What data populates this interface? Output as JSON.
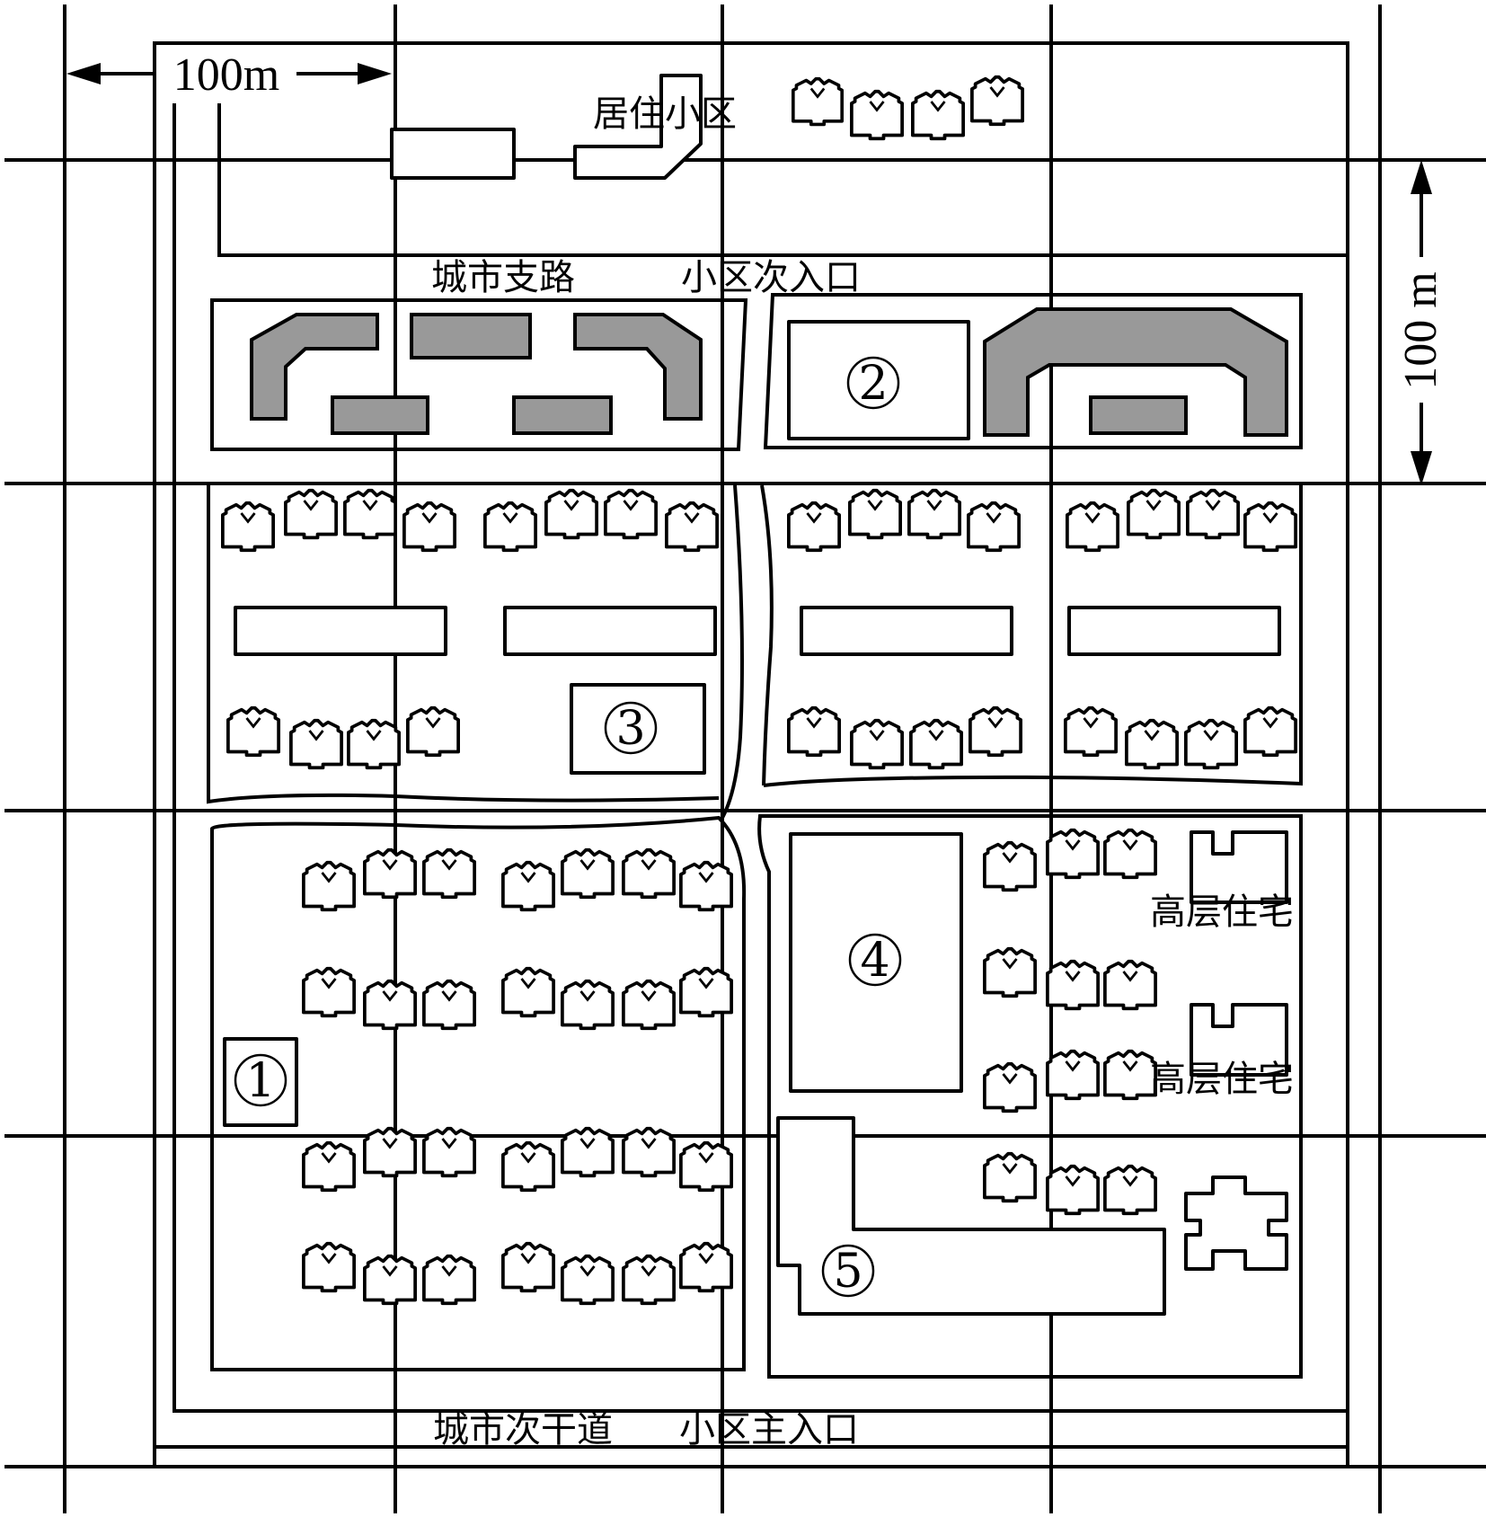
{
  "labels": {
    "residential_district": "居住小区",
    "branch_road": "城市支路",
    "secondary_entrance": "小区次入口",
    "secondary_arterial": "城市次干道",
    "main_entrance": "小区主入口",
    "high_rise_1": "高层住宅",
    "high_rise_2": "高层住宅"
  },
  "scale": {
    "horizontal": "100m",
    "vertical": "100 m"
  },
  "zones": {
    "z1": "1",
    "z2": "2",
    "z3": "3",
    "z4": "4",
    "z5": "5"
  },
  "colors": {
    "line": "#000000",
    "shaded_building": "#999999",
    "background": "#ffffff"
  }
}
